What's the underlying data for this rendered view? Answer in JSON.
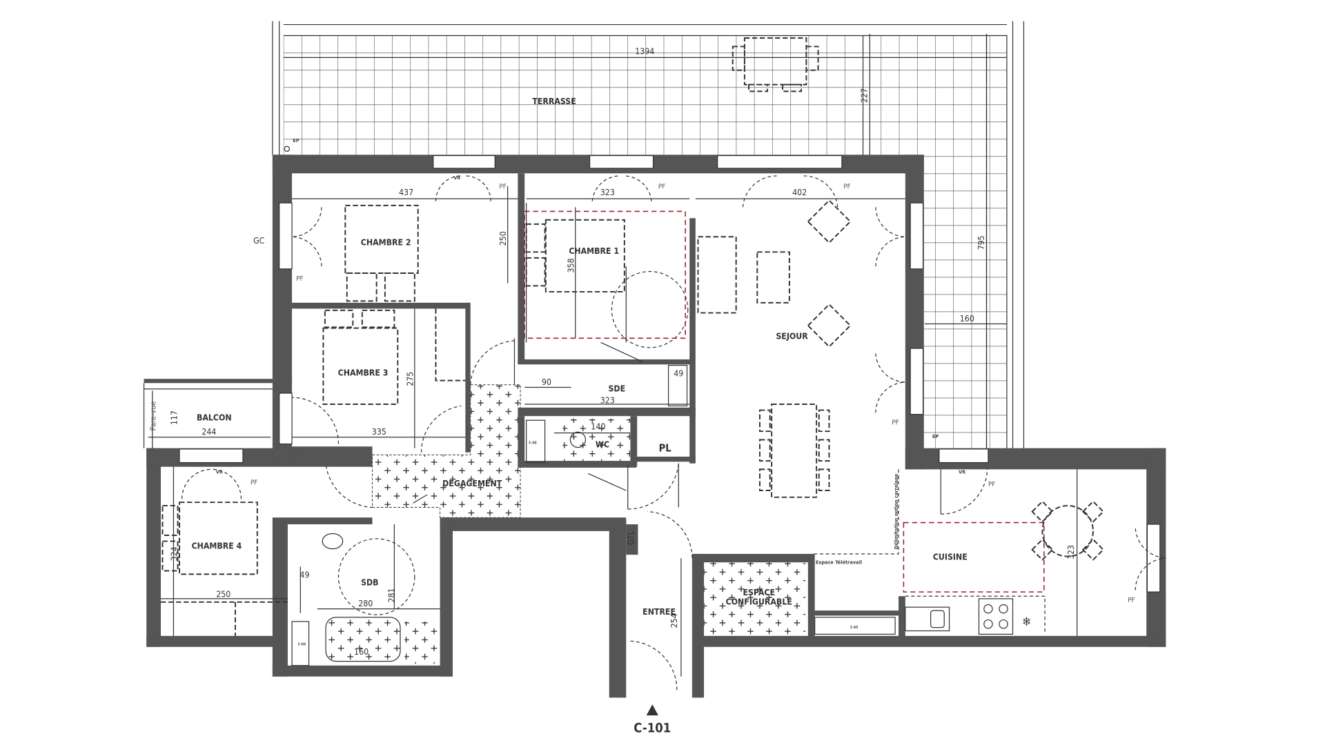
{
  "plan": {
    "reference": "C-101",
    "colors": {
      "wall": "#555555",
      "option_outline": "#a0202a",
      "line": "#333333"
    },
    "rooms": {
      "terrasse": "TERRASSE",
      "chambre1": "CHAMBRE 1",
      "chambre2": "CHAMBRE 2",
      "chambre3": "CHAMBRE 3",
      "chambre4": "CHAMBRE 4",
      "sejour": "SEJOUR",
      "sde": "SDE",
      "sdb": "SDB",
      "wc": "WC",
      "pl": "PL",
      "balcon": "BALCON",
      "degagement": "DEGAGEMENT",
      "entree": "ENTREE",
      "espace_configurable_1": "ESPACE",
      "espace_configurable_2": "CONFIGURABLE",
      "cuisine": "CUISINE",
      "teletravail": "Espace Télétravail"
    },
    "dimensions": {
      "terrasse_width": "1394",
      "terrasse_depth": "227",
      "terrasse_side_length": "795",
      "terrasse_side_width": "160",
      "chambre2_width": "437",
      "chambre2_depth": "250",
      "chambre1_width": "323",
      "chambre1_depth": "358",
      "sejour_width": "402",
      "chambre3_width": "335",
      "chambre3_depth": "275",
      "balcon_width": "244",
      "balcon_depth": "117",
      "sde_shower": "90",
      "sde_width": "323",
      "sde_basin": "49",
      "wc_width": "140",
      "chambre4_width": "250",
      "chambre4_depth": "324",
      "sdb_basin": "49",
      "sdb_width": "280",
      "sdb_depth": "281",
      "bath_length": "160",
      "entree_depth": "254",
      "cuisine_depth": "323"
    },
    "annotations": {
      "gc": "GC",
      "pf": "PF",
      "vr": "VR",
      "ep": "EP",
      "gtl": "GTL",
      "pare_vue": "Pare-vue",
      "delimitation": "Délimitation option carrelage",
      "c65": "C-65",
      "c60": "C-60"
    },
    "icons": [
      "entry-arrow-icon",
      "toilet-icon",
      "sink-icon",
      "cooktop-icon",
      "fridge-icon",
      "bathtub-icon"
    ]
  }
}
